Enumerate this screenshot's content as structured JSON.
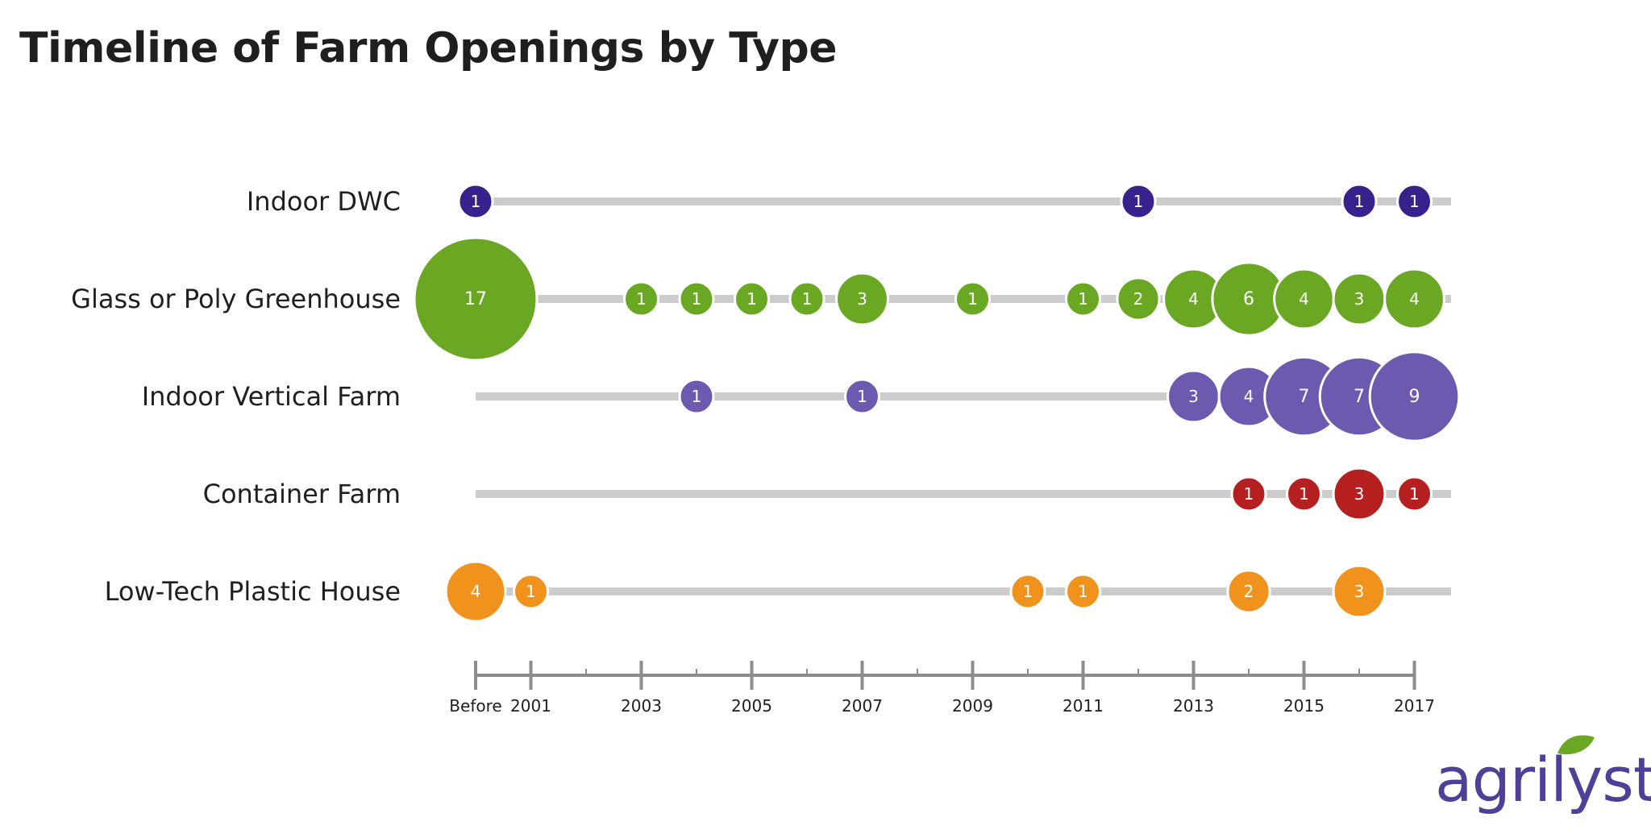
{
  "chart_data": {
    "type": "bubble-timeline",
    "title": "Timeline of Farm Openings by Type",
    "x_ticks": [
      "Before",
      "2001",
      "2003",
      "2005",
      "2007",
      "2009",
      "2011",
      "2013",
      "2015",
      "2017"
    ],
    "series": [
      {
        "name": "Indoor DWC",
        "color": "#38218c",
        "points": [
          {
            "x": "Before",
            "value": 1
          },
          {
            "x": 2012,
            "value": 1
          },
          {
            "x": 2016,
            "value": 1
          },
          {
            "x": 2017,
            "value": 1
          }
        ]
      },
      {
        "name": "Glass or Poly Greenhouse",
        "color": "#6aa722",
        "points": [
          {
            "x": "Before",
            "value": 17
          },
          {
            "x": 2003,
            "value": 1
          },
          {
            "x": 2004,
            "value": 1
          },
          {
            "x": 2005,
            "value": 1
          },
          {
            "x": 2006,
            "value": 1
          },
          {
            "x": 2007,
            "value": 3
          },
          {
            "x": 2009,
            "value": 1
          },
          {
            "x": 2011,
            "value": 1
          },
          {
            "x": 2012,
            "value": 2
          },
          {
            "x": 2013,
            "value": 4
          },
          {
            "x": 2014,
            "value": 6
          },
          {
            "x": 2015,
            "value": 4
          },
          {
            "x": 2016,
            "value": 3
          },
          {
            "x": 2017,
            "value": 4
          }
        ]
      },
      {
        "name": "Indoor Vertical Farm",
        "color": "#6d59b0",
        "points": [
          {
            "x": 2004,
            "value": 1
          },
          {
            "x": 2007,
            "value": 1
          },
          {
            "x": 2013,
            "value": 3
          },
          {
            "x": 2014,
            "value": 4
          },
          {
            "x": 2015,
            "value": 7
          },
          {
            "x": 2016,
            "value": 7
          },
          {
            "x": 2017,
            "value": 9
          }
        ]
      },
      {
        "name": "Container Farm",
        "color": "#b51f1f",
        "points": [
          {
            "x": 2014,
            "value": 1
          },
          {
            "x": 2015,
            "value": 1
          },
          {
            "x": 2016,
            "value": 3
          },
          {
            "x": 2017,
            "value": 1
          }
        ]
      },
      {
        "name": "Low-Tech Plastic House",
        "color": "#f0921c",
        "points": [
          {
            "x": "Before",
            "value": 4
          },
          {
            "x": 2001,
            "value": 1
          },
          {
            "x": 2010,
            "value": 1
          },
          {
            "x": 2011,
            "value": 1
          },
          {
            "x": 2014,
            "value": 2
          },
          {
            "x": 2016,
            "value": 3
          }
        ]
      }
    ],
    "track_color": "#cccccc",
    "axis_color": "#8c8c8c"
  },
  "logo": {
    "text": "agrilyst",
    "text_color": "#4f3f98",
    "leaf_color": "#6aa722"
  }
}
